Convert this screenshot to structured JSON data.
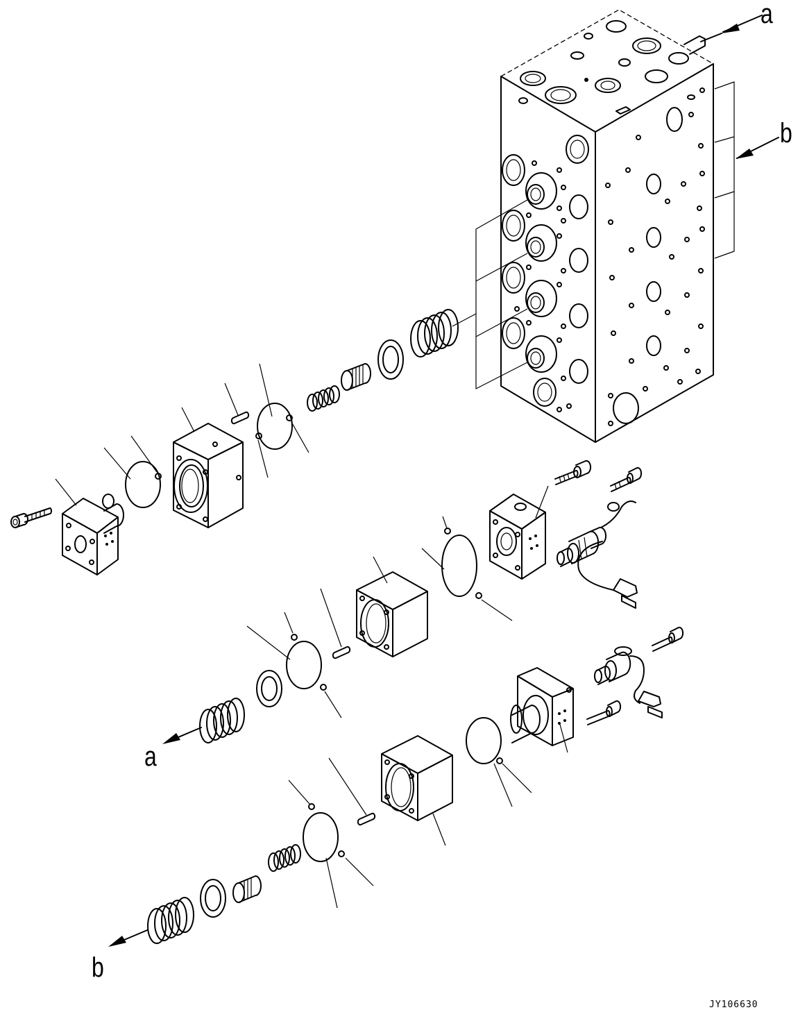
{
  "labels": {
    "a_top": "a",
    "b_top": "b",
    "a_bottom": "a",
    "b_bottom": "b"
  },
  "drawing_code": "JY106630",
  "colors": {
    "ink": "#000000",
    "paper": "#ffffff"
  }
}
